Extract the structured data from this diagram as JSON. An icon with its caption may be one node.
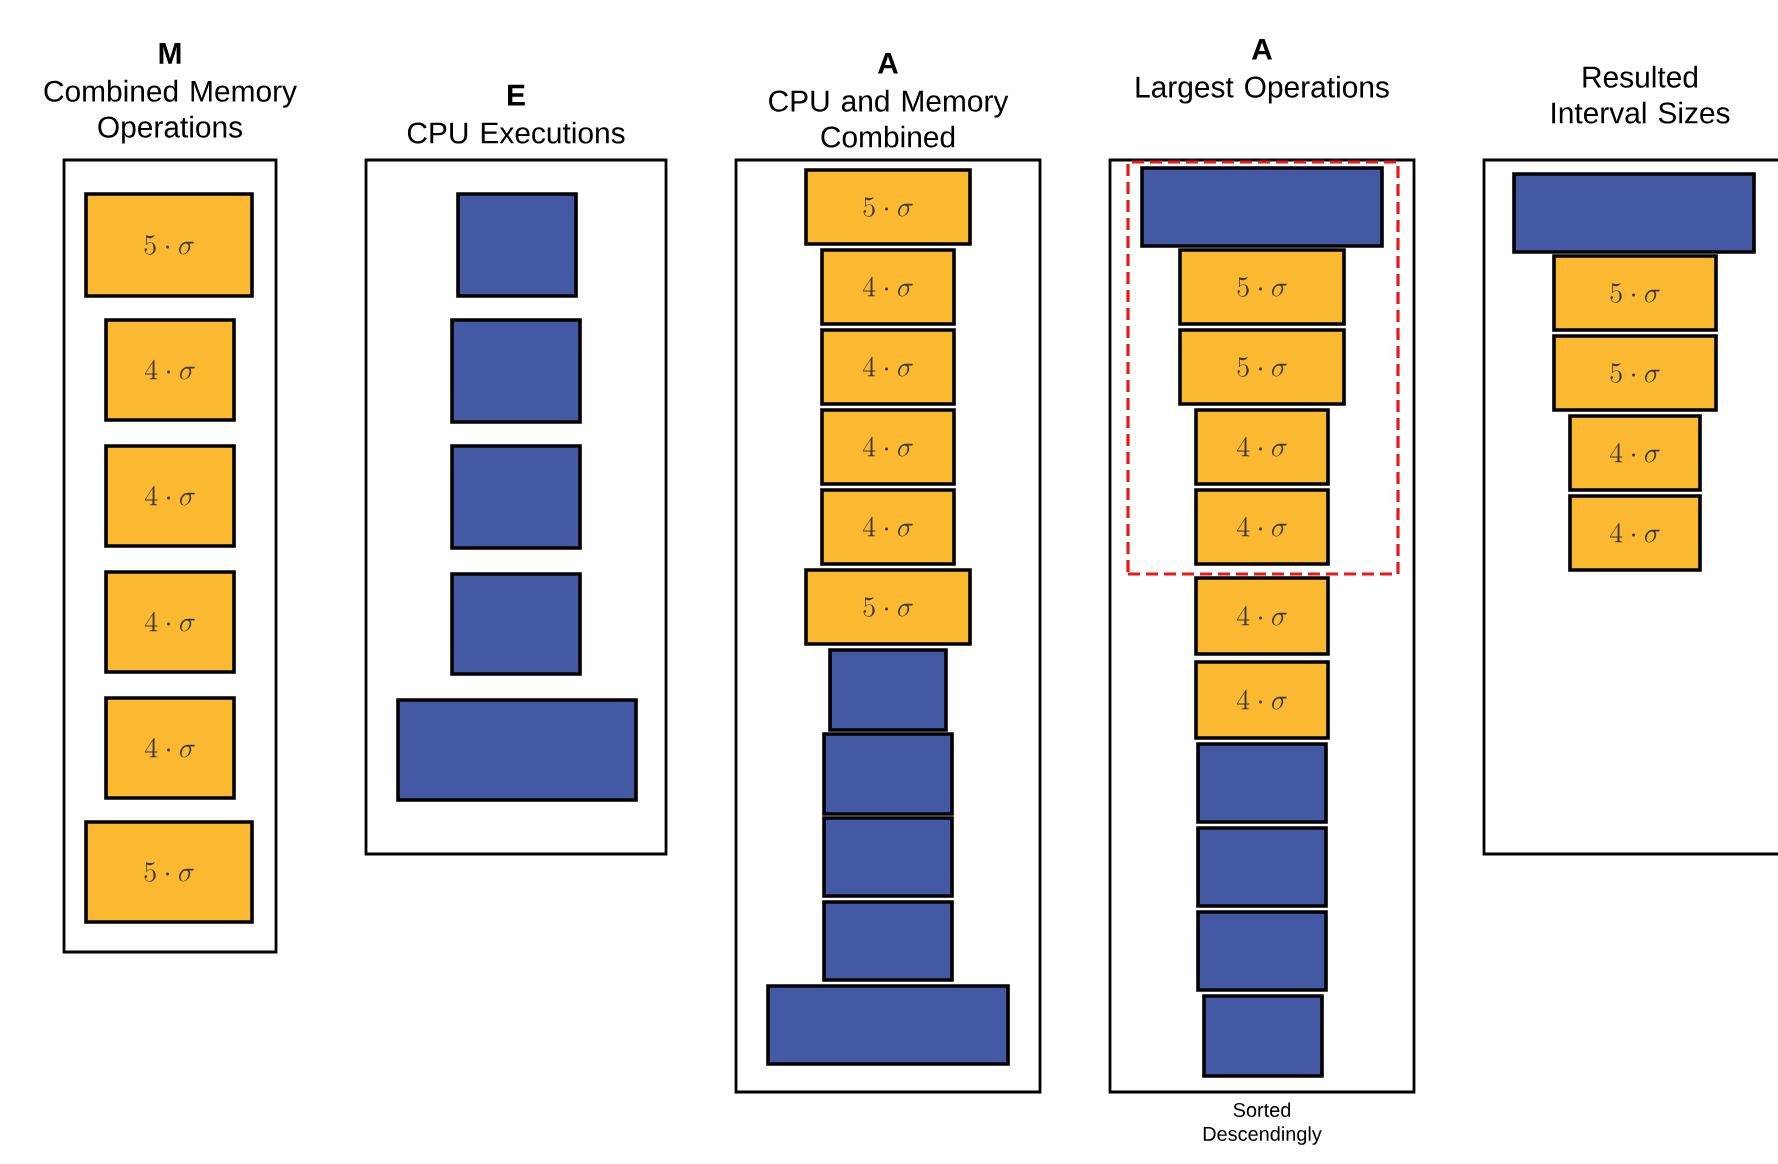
{
  "diagram": {
    "nodes": [
      {
        "text": [
          "M",
          "Combined Memory Operations"
        ]
      },
      {
        "text": [
          "5 \\cdot \\sigma"
        ],
        "in": 0
      },
      {
        "text": [
          "4 \\cdot \\sigma"
        ],
        "in": 0
      },
      {
        "text": [
          "4 \\cdot \\sigma"
        ],
        "in": 0
      },
      {
        "text": [
          "4 \\cdot \\sigma"
        ],
        "in": 0
      },
      {
        "text": [
          "4 \\cdot \\sigma"
        ],
        "in": 0
      },
      {
        "text": [
          "5 \\cdot \\sigma"
        ],
        "in": 0
      },
      {
        "text": [
          "E",
          "CPU Executions"
        ]
      },
      {
        "text": [],
        "shape": "box",
        "in": 7
      },
      {
        "text": [],
        "shape": "box",
        "in": 7
      },
      {
        "text": [],
        "shape": "box",
        "in": 7
      },
      {
        "text": [],
        "shape": "box",
        "in": 7
      },
      {
        "text": [],
        "shape": "box",
        "in": 7
      },
      {
        "text": [
          "A",
          "CPU and Memory Combined"
        ]
      },
      {
        "text": [
          "5 \\cdot \\sigma"
        ],
        "in": 13
      },
      {
        "text": [
          "4 \\cdot \\sigma"
        ],
        "in": 13
      },
      {
        "text": [
          "4 \\cdot \\sigma"
        ],
        "in": 13
      },
      {
        "text": [
          "4 \\cdot \\sigma"
        ],
        "in": 13
      },
      {
        "text": [
          "4 \\cdot \\sigma"
        ],
        "in": 13
      },
      {
        "text": [
          "5 \\cdot \\sigma"
        ],
        "in": 13
      },
      {
        "text": [],
        "shape": "box",
        "in": 13
      },
      {
        "text": [],
        "shape": "box",
        "in": 13
      },
      {
        "text": [],
        "shape": "box",
        "in": 13
      },
      {
        "text": [],
        "shape": "box",
        "in": 13
      },
      {
        "text": [],
        "shape": "box",
        "in": 13
      },
      {
        "text": [
          "A",
          "Largest Operations"
        ],
        "beside": [
          "Sorted Descendingly"
        ]
      },
      {
        "text": [],
        "shape": "box",
        "in": 25
      },
      {
        "text": [],
        "shape": "box",
        "in": 26
      },
      {
        "text": [
          "5 \\cdot \\sigma"
        ],
        "in": 26
      },
      {
        "text": [
          "5 \\cdot \\sigma"
        ],
        "in": 26
      },
      {
        "text": [
          "4 \\cdot \\sigma"
        ],
        "in": 26
      },
      {
        "text": [
          "4 \\cdot \\sigma"
        ],
        "in": 26
      },
      {
        "text": [
          "4 \\cdot \\sigma"
        ],
        "in": 25
      },
      {
        "text": [
          "4 \\cdot \\sigma"
        ],
        "in": 25
      },
      {
        "text": [],
        "shape": "box",
        "in": 25
      },
      {
        "text": [],
        "shape": "box",
        "in": 25
      },
      {
        "text": [],
        "shape": "box",
        "in": 25
      },
      {
        "text": [],
        "shape": "box",
        "in": 25
      },
      {
        "text": [
          "Resulted Interval Sizes"
        ]
      },
      {
        "text": [],
        "shape": "box",
        "in": 38
      },
      {
        "text": [
          "5 \\cdot \\sigma"
        ],
        "in": 38
      },
      {
        "text": [
          "5 \\cdot \\sigma"
        ],
        "in": 38
      },
      {
        "text": [
          "4 \\cdot \\sigma"
        ],
        "in": 38
      },
      {
        "text": [
          "4 \\cdot \\sigma"
        ],
        "in": 38
      }
    ]
  }
}
